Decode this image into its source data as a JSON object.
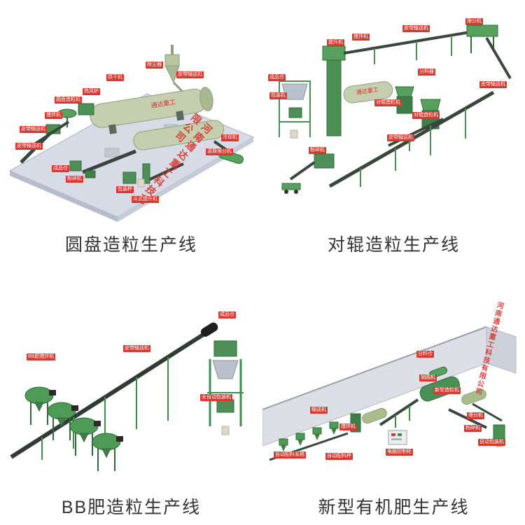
{
  "watermark": {
    "text": "河南通达重工科技有限公司",
    "color": "#d7322d"
  },
  "logo": "通达重工",
  "quadrants": {
    "tl": {
      "caption": "圆盘造粒生产线",
      "labels": [
        "圆盘造粒机",
        "搅拌机",
        "皮带输送机",
        "皮带输送机",
        "烘干机",
        "除尘器",
        "皮带输送机",
        "热风炉",
        "冷却机",
        "滚筒筛分机",
        "成品仓",
        "粉碎机",
        "包装秤",
        "斗式提升机"
      ]
    },
    "tr": {
      "caption": "对辊造粒生产线",
      "labels": [
        "提升机",
        "搅拌机",
        "皮带输送机",
        "筛分机",
        "分料器",
        "皮带输送机",
        "成品仓",
        "包装机",
        "对辊造粒机",
        "对辊造粒机",
        "粉碎机",
        "皮带输送机"
      ]
    },
    "bl": {
      "caption": "BB肥造粒生产线",
      "labels": [
        "BB肥搅拌机",
        "皮带输送机",
        "成品仓",
        "全自动包装机"
      ]
    },
    "br": {
      "caption": "新型有机肥生产线",
      "labels": [
        "分料仓",
        "输送机",
        "搅拌机",
        "自动配料系统",
        "自动配料秤",
        "电脑控制柜",
        "新型造粒机",
        "抛圆机",
        "筛分机",
        "粉碎机",
        "自动包装机"
      ]
    }
  }
}
